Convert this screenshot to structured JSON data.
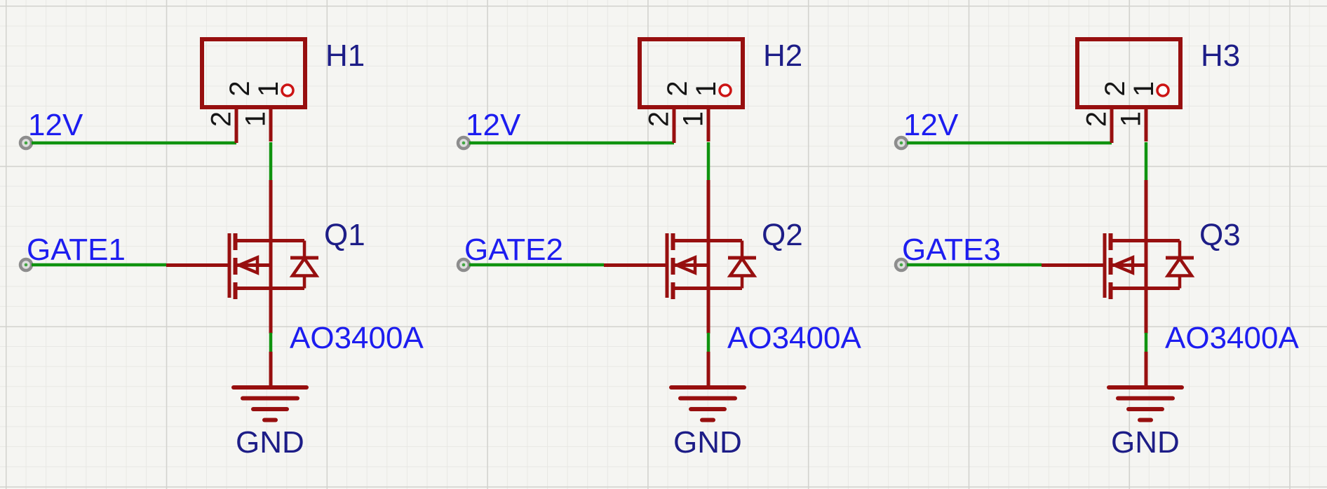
{
  "colors": {
    "canvas_bg": "#f5f5f2",
    "grid_minor": "#e8e8e4",
    "grid_major": "#d2d2ce",
    "component_red": "#970f0f",
    "pin1_indicator_red": "#cc1414",
    "wire_green": "#0f930f",
    "net_label_blue": "#1d1df0",
    "annotation_navy": "#1d1d87",
    "pin_number_black": "#161616",
    "port_ring_gray": "#8d8d8d",
    "port_fill_gray": "#dedede"
  },
  "circuits": [
    {
      "header_ref": "H1",
      "supply_net": "12V",
      "gate_net": "GATE1",
      "mosfet_ref": "Q1",
      "mosfet_part": "AO3400A",
      "ground_net": "GND",
      "pins": [
        {
          "name": "2",
          "number": "2"
        },
        {
          "name": "1",
          "number": "1"
        }
      ]
    },
    {
      "header_ref": "H2",
      "supply_net": "12V",
      "gate_net": "GATE2",
      "mosfet_ref": "Q2",
      "mosfet_part": "AO3400A",
      "ground_net": "GND",
      "pins": [
        {
          "name": "2",
          "number": "2"
        },
        {
          "name": "1",
          "number": "1"
        }
      ]
    },
    {
      "header_ref": "H3",
      "supply_net": "12V",
      "gate_net": "GATE3",
      "mosfet_ref": "Q3",
      "mosfet_part": "AO3400A",
      "ground_net": "GND",
      "pins": [
        {
          "name": "2",
          "number": "2"
        },
        {
          "name": "1",
          "number": "1"
        }
      ]
    }
  ]
}
